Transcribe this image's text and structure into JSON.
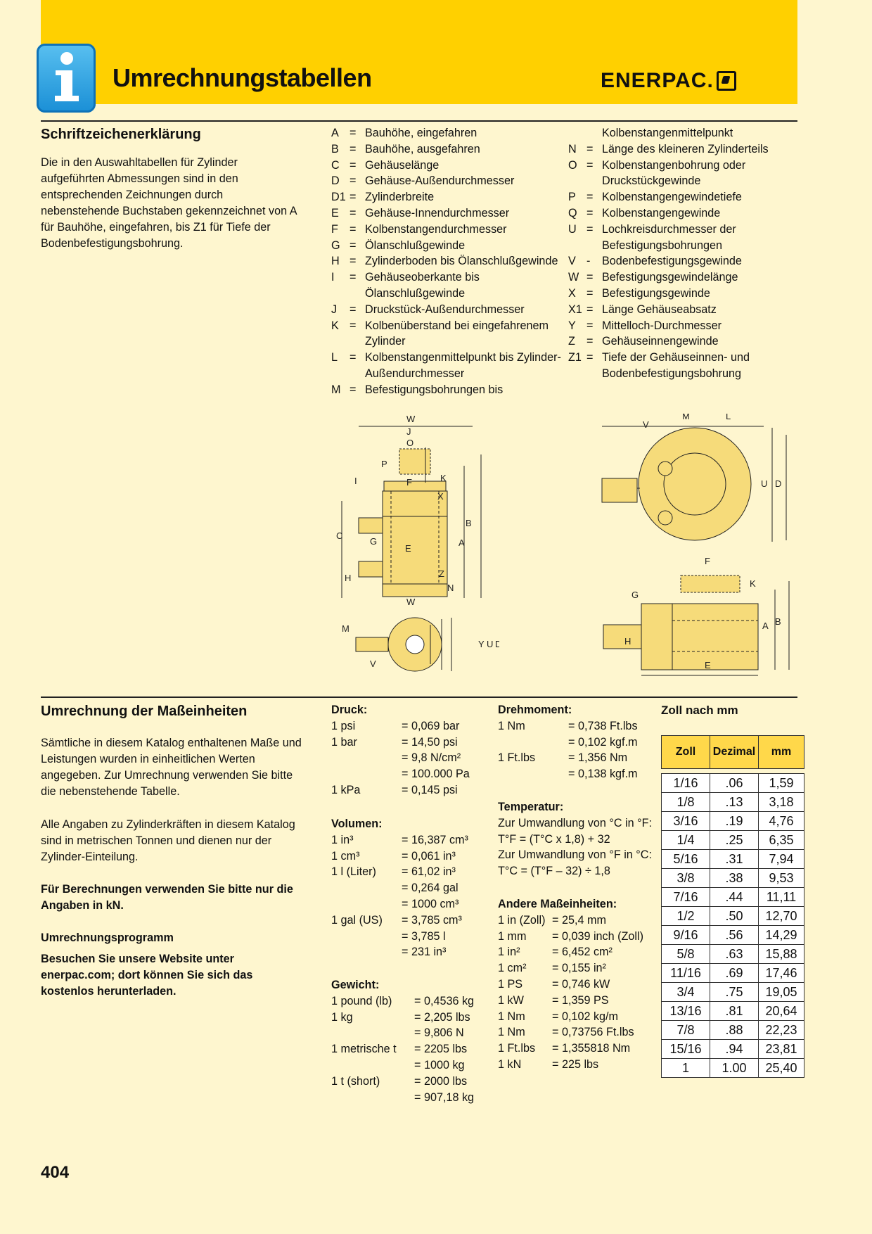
{
  "header": {
    "title": "Umrechnungstabellen",
    "logo_text": "ENERPAC."
  },
  "symbols": {
    "heading": "Schriftzeichenerklärung",
    "intro": "Die in den Auswahltabellen für Zylinder aufgeführten Abmessungen sind in den entsprechenden Zeichnungen durch nebenstehende Buchstaben gekennzeichnet von A für Bauhöhe, eingefahren, bis Z1 für Tiefe der Bodenbefestigungsbohrung.",
    "col1": [
      {
        "l": "A",
        "eq": "=",
        "t": [
          "Bauhöhe, eingefahren"
        ]
      },
      {
        "l": "B",
        "eq": "=",
        "t": [
          "Bauhöhe, ausgefahren"
        ]
      },
      {
        "l": "C",
        "eq": "=",
        "t": [
          "Gehäuselänge"
        ]
      },
      {
        "l": "D",
        "eq": "=",
        "t": [
          "Gehäuse-Außendurchmesser"
        ]
      },
      {
        "l": "D1",
        "eq": "=",
        "t": [
          "Zylinderbreite"
        ]
      },
      {
        "l": "E",
        "eq": "=",
        "t": [
          "Gehäuse-Innendurchmesser"
        ]
      },
      {
        "l": "F",
        "eq": "=",
        "t": [
          "Kolbenstangendurchmesser"
        ]
      },
      {
        "l": "G",
        "eq": "=",
        "t": [
          "Ölanschlußgewinde"
        ]
      },
      {
        "l": "H",
        "eq": "=",
        "t": [
          "Zylinderboden bis Ölanschlußgewinde"
        ]
      },
      {
        "l": "I",
        "eq": "=",
        "t": [
          "Gehäuseoberkante bis",
          "Ölanschlußgewinde"
        ]
      },
      {
        "l": "J",
        "eq": "=",
        "t": [
          "Druckstück-Außendurchmesser"
        ]
      },
      {
        "l": "K",
        "eq": "=",
        "t": [
          "Kolbenüberstand bei eingefahrenem",
          "Zylinder"
        ]
      },
      {
        "l": "L",
        "eq": "=",
        "t": [
          "Kolbenstangenmittelpunkt bis Zylinder-",
          "Außendurchmesser"
        ]
      },
      {
        "l": "M",
        "eq": "=",
        "t": [
          "Befestigungsbohrungen bis"
        ]
      }
    ],
    "col2": [
      {
        "l": "",
        "eq": "",
        "t": [
          "Kolbenstangenmittelpunkt"
        ]
      },
      {
        "l": "N",
        "eq": "=",
        "t": [
          "Länge des kleineren Zylinderteils"
        ]
      },
      {
        "l": "O",
        "eq": "=",
        "t": [
          "Kolbenstangenbohrung oder",
          "Druckstückgewinde"
        ]
      },
      {
        "l": "P",
        "eq": "=",
        "t": [
          "Kolbenstangengewindetiefe"
        ]
      },
      {
        "l": "Q",
        "eq": "=",
        "t": [
          "Kolbenstangengewinde"
        ]
      },
      {
        "l": "U",
        "eq": "=",
        "t": [
          "Lochkreisdurchmesser der",
          "Befestigungsbohrungen"
        ]
      },
      {
        "l": "V",
        "eq": "-",
        "t": [
          "Bodenbefestigungsgewinde"
        ]
      },
      {
        "l": "W",
        "eq": "=",
        "t": [
          "Befestigungsgewindelänge"
        ]
      },
      {
        "l": "X",
        "eq": "=",
        "t": [
          "Befestigungsgewinde"
        ]
      },
      {
        "l": "X1",
        "eq": "=",
        "t": [
          "Länge Gehäuseabsatz"
        ]
      },
      {
        "l": "Y",
        "eq": "=",
        "t": [
          "Mittelloch-Durchmesser"
        ]
      },
      {
        "l": "Z",
        "eq": "=",
        "t": [
          "Gehäuseinnengewinde"
        ]
      },
      {
        "l": "Z1",
        "eq": "=",
        "t": [
          "Tiefe der Gehäuseinnen- und",
          "Bodenbefestigungsbohrung"
        ]
      }
    ]
  },
  "diagram_labels": {
    "left": [
      "W",
      "J",
      "O",
      "P",
      "F",
      "K",
      "X",
      "I",
      "B",
      "C",
      "G",
      "E",
      "A",
      "Z",
      "H",
      "N",
      "W",
      "M",
      "Y",
      "U",
      "D",
      "V"
    ],
    "right": [
      "V",
      "M",
      "L",
      "U",
      "D",
      "F",
      "K",
      "G",
      "B",
      "A",
      "H",
      "E"
    ]
  },
  "conversion": {
    "heading": "Umrechnung der Maßeinheiten",
    "p1": "Sämtliche in diesem Katalog enthaltenen Maße und Leistungen wurden in einheitlichen Werten angegeben. Zur Umrechnung verwenden Sie bitte die nebenstehende Tabelle.",
    "p2": "Alle Angaben zu Zylinderkräften in diesem Katalog sind in metrischen Tonnen und dienen nur der Zylinder-Einteilung.",
    "p3": "Für Berechnungen verwenden Sie bitte nur die Angaben in kN.",
    "p4": "Umrechnungsprogramm",
    "p5": "Besuchen Sie unsere Website unter enerpac.com; dort können Sie sich das kostenlos herunterladen.",
    "druck": {
      "title": "Druck:",
      "rows": [
        [
          "1 psi",
          "= 0,069 bar"
        ],
        [
          "1 bar",
          "= 14,50 psi"
        ],
        [
          "",
          "= 9,8 N/cm²"
        ],
        [
          "",
          "= 100.000 Pa"
        ],
        [
          "1 kPa",
          "= 0,145 psi"
        ]
      ]
    },
    "volumen": {
      "title": "Volumen:",
      "rows": [
        [
          "1 in³",
          "= 16,387 cm³"
        ],
        [
          "1 cm³",
          "= 0,061 in³"
        ],
        [
          "1 l (Liter)",
          "= 61,02 in³"
        ],
        [
          "",
          "= 0,264 gal"
        ],
        [
          "",
          "= 1000 cm³"
        ],
        [
          "1 gal (US)",
          "= 3,785 cm³"
        ],
        [
          "",
          "= 3,785 l"
        ],
        [
          "",
          "= 231 in³"
        ]
      ]
    },
    "gewicht": {
      "title": "Gewicht:",
      "rows": [
        [
          "1 pound (lb)",
          "= 0,4536 kg"
        ],
        [
          "1 kg",
          "= 2,205 lbs"
        ],
        [
          "",
          "= 9,806 N"
        ],
        [
          "1 metrische t",
          "= 2205 lbs"
        ],
        [
          "",
          "= 1000 kg"
        ],
        [
          "1 t (short)",
          "= 2000 lbs"
        ],
        [
          "",
          "= 907,18 kg"
        ]
      ]
    },
    "drehmoment": {
      "title": "Drehmoment:",
      "rows": [
        [
          "1 Nm",
          "= 0,738 Ft.lbs"
        ],
        [
          "",
          "= 0,102 kgf.m"
        ],
        [
          "1 Ft.lbs",
          "= 1,356 Nm"
        ],
        [
          "",
          "= 0,138 kgf.m"
        ]
      ]
    },
    "temperatur": {
      "title": "Temperatur:",
      "lines": [
        "Zur Umwandlung von °C in °F:",
        "T°F = (T°C x 1,8) + 32",
        "Zur Umwandlung von °F in °C:",
        "T°C = (T°F – 32) ÷ 1,8"
      ]
    },
    "andere": {
      "title": "Andere Maßeinheiten:",
      "rows": [
        [
          "1 in (Zoll)",
          "= 25,4 mm"
        ],
        [
          "1 mm",
          "= 0,039 inch (Zoll)"
        ],
        [
          "1 in²",
          "= 6,452 cm²"
        ],
        [
          "1 cm²",
          "= 0,155 in²"
        ],
        [
          "1 PS",
          "= 0,746 kW"
        ],
        [
          "1 kW",
          "= 1,359 PS"
        ],
        [
          "1 Nm",
          "= 0,102 kg/m"
        ],
        [
          "1 Nm",
          "= 0,73756 Ft.lbs"
        ],
        [
          "1 Ft.lbs",
          "= 1,355818 Nm"
        ],
        [
          "1 kN",
          "= 225 lbs"
        ]
      ]
    }
  },
  "zoll_table": {
    "title": "Zoll nach mm",
    "headers": [
      "Zoll",
      "Dezimal",
      "mm"
    ],
    "rows": [
      [
        "1/16",
        ".06",
        "1,59"
      ],
      [
        "1/8",
        ".13",
        "3,18"
      ],
      [
        "3/16",
        ".19",
        "4,76"
      ],
      [
        "1/4",
        ".25",
        "6,35"
      ],
      [
        "5/16",
        ".31",
        "7,94"
      ],
      [
        "3/8",
        ".38",
        "9,53"
      ],
      [
        "7/16",
        ".44",
        "11,11"
      ],
      [
        "1/2",
        ".50",
        "12,70"
      ],
      [
        "9/16",
        ".56",
        "14,29"
      ],
      [
        "5/8",
        ".63",
        "15,88"
      ],
      [
        "11/16",
        ".69",
        "17,46"
      ],
      [
        "3/4",
        ".75",
        "19,05"
      ],
      [
        "13/16",
        ".81",
        "20,64"
      ],
      [
        "7/8",
        ".88",
        "22,23"
      ],
      [
        "15/16",
        ".94",
        "23,81"
      ],
      [
        "1",
        "1.00",
        "25,40"
      ]
    ]
  },
  "page_number": "404",
  "colors": {
    "banner": "#FFD000",
    "background": "#FEF6CF",
    "table_header": "#FFD84A",
    "part_fill": "#F6DB7A"
  }
}
